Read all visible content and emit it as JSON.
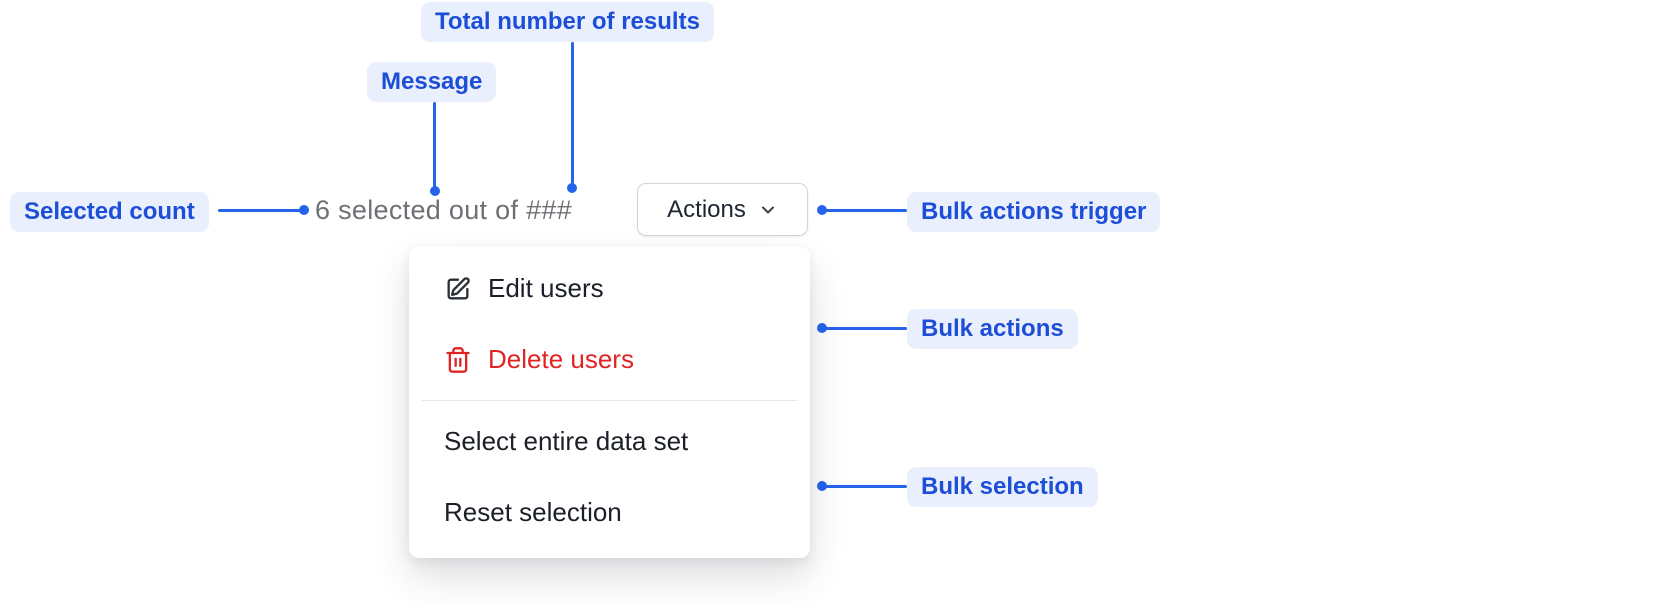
{
  "annotations": {
    "total_results": "Total number of results",
    "message": "Message",
    "selected_count": "Selected count",
    "bulk_actions_trigger": "Bulk actions trigger",
    "bulk_actions": "Bulk actions",
    "bulk_selection": "Bulk selection"
  },
  "toolbar": {
    "selected_count": "6",
    "message_text": " selected out of ",
    "total_results": "###",
    "actions_button_label": "Actions"
  },
  "menu": {
    "items": [
      {
        "label": "Edit users",
        "icon": "edit-icon",
        "variant": "default"
      },
      {
        "label": "Delete users",
        "icon": "trash-icon",
        "variant": "danger"
      },
      {
        "label": "Select entire data set",
        "icon": "none",
        "variant": "default"
      },
      {
        "label": "Reset selection",
        "icon": "none",
        "variant": "default"
      }
    ]
  },
  "colors": {
    "annotation_text": "#1d4ed8",
    "annotation_background": "#e9effd",
    "connector": "#2563eb",
    "danger": "#e02424",
    "muted_text": "#6e7076",
    "menu_text": "#1b1f27",
    "button_border": "#d0d5dd"
  }
}
